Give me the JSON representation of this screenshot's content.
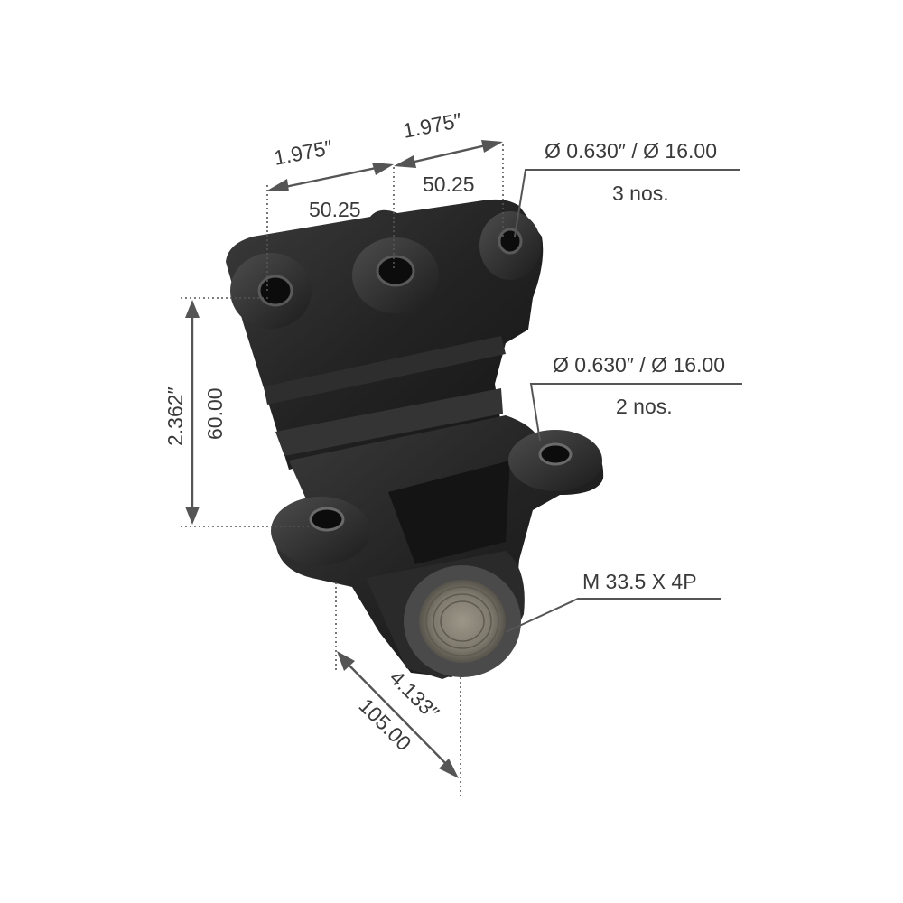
{
  "dimensions": {
    "top_left_in": "1.975″",
    "top_left_mm": "50.25",
    "top_right_in": "1.975″",
    "top_right_mm": "50.25",
    "height_in": "2.362″",
    "height_mm": "60.00",
    "bottom_in": "4.133″",
    "bottom_mm": "105.00"
  },
  "callouts": {
    "top_holes_spec": "Ø 0.630″ / Ø 16.00",
    "top_holes_qty": "3 nos.",
    "side_holes_spec": "Ø 0.630″ / Ø 16.00",
    "side_holes_qty": "2 nos.",
    "thread_spec": "M 33.5 X 4P"
  },
  "colors": {
    "part_dark": "#1f1f1f",
    "part_mid": "#3a3a3a",
    "part_light": "#6a6a6a",
    "annotation": "#555555"
  }
}
